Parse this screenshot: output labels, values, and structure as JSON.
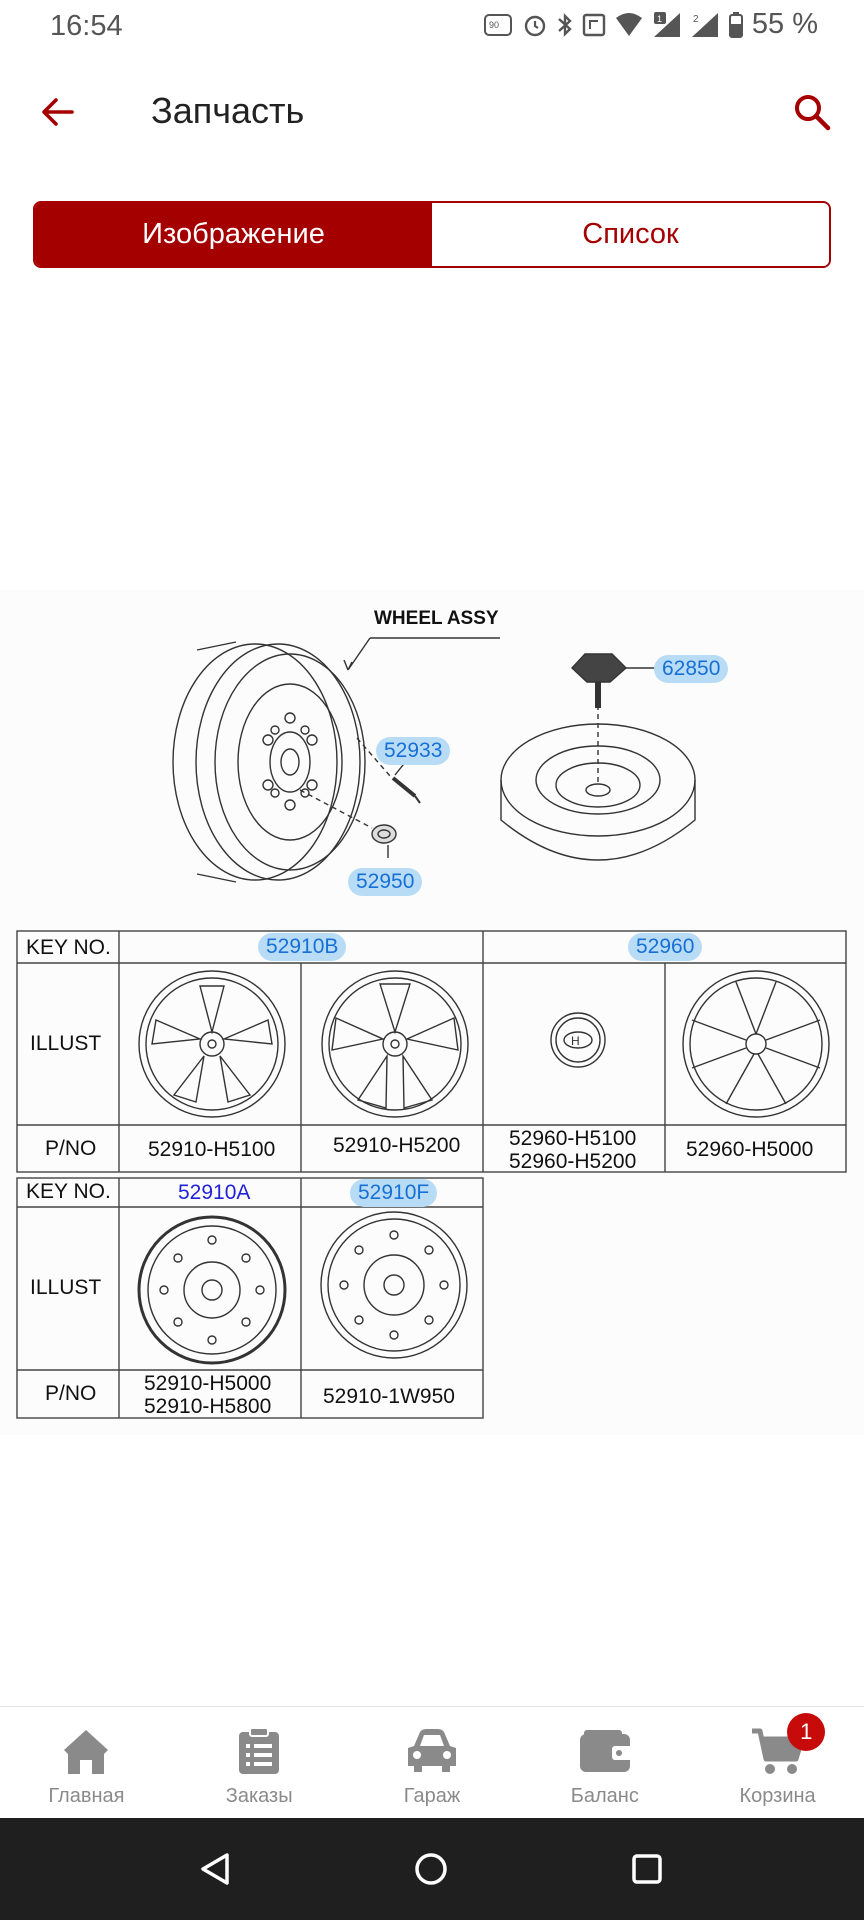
{
  "status_bar": {
    "time": "16:54",
    "battery": "55 %",
    "refresh_rate": "90 Hz",
    "sim1": "1",
    "sim2": "2"
  },
  "app_bar": {
    "title": "Запчасть"
  },
  "tabs": {
    "image": "Изображение",
    "list": "Список"
  },
  "diagram": {
    "title": "WHEEL ASSY",
    "callouts": {
      "c62850": "62850",
      "c52933": "52933",
      "c52950": "52950"
    },
    "table1": {
      "key_label": "KEY NO.",
      "illust_label": "ILLUST",
      "pno_label": "P/NO",
      "key_a": "52910B",
      "key_b": "52960",
      "pn1": "52910-H5100",
      "pn2": "52910-H5200",
      "pn3a": "52960-H5100",
      "pn3b": "52960-H5200",
      "pn4": "52960-H5000"
    },
    "table2": {
      "key_label": "KEY NO.",
      "illust_label": "ILLUST",
      "pno_label": "P/NO",
      "key_a": "52910A",
      "key_b": "52910F",
      "pn1a": "52910-H5000",
      "pn1b": "52910-H5800",
      "pn2": "52910-1W950"
    }
  },
  "bottom_nav": {
    "items": [
      {
        "label": "Главная",
        "icon": "home-icon"
      },
      {
        "label": "Заказы",
        "icon": "orders-icon"
      },
      {
        "label": "Гараж",
        "icon": "car-icon"
      },
      {
        "label": "Баланс",
        "icon": "wallet-icon"
      },
      {
        "label": "Корзина",
        "icon": "cart-icon"
      }
    ],
    "cart_badge": "1"
  },
  "colors": {
    "brand": "#a50000",
    "callout_bg": "#b9dcf6",
    "callout_text": "#1670d6",
    "nav_gray": "#8a8a8a"
  }
}
